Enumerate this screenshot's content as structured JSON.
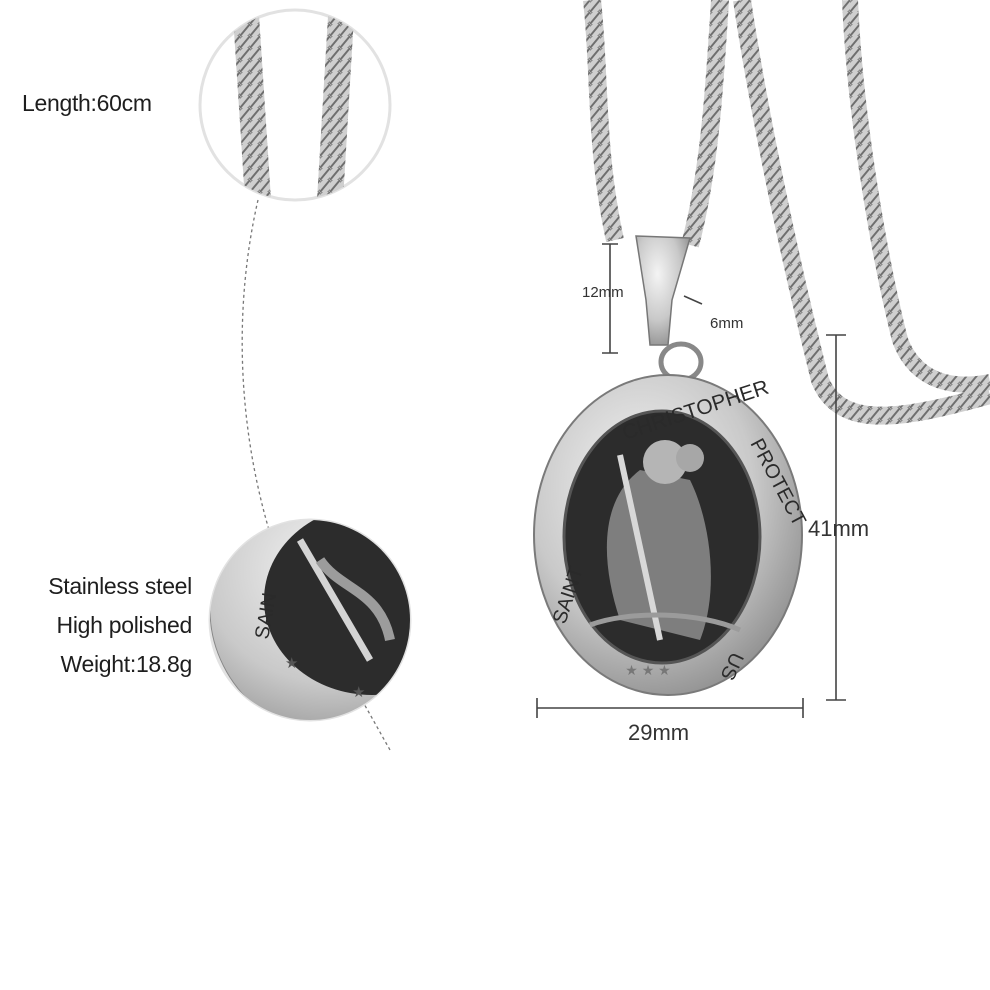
{
  "specs": {
    "length": "Length:60cm",
    "material": "Stainless steel",
    "finish": "High polished",
    "weight": "Weight:18.8g"
  },
  "dimensions": {
    "bail_height": "12mm",
    "bail_width": "6mm",
    "pendant_height": "41mm",
    "pendant_width": "29mm"
  },
  "pendant": {
    "inscription_left": "SAINT",
    "inscription_top": "CHRISTOPHER",
    "inscription_right": "PROTECT",
    "inscription_bottom": "US",
    "detail_text": "SAIN"
  },
  "colors": {
    "steel": "#b9b9b9",
    "steel_dark": "#7a7a7a",
    "enamel": "#2c2c2c",
    "line": "#444444"
  }
}
